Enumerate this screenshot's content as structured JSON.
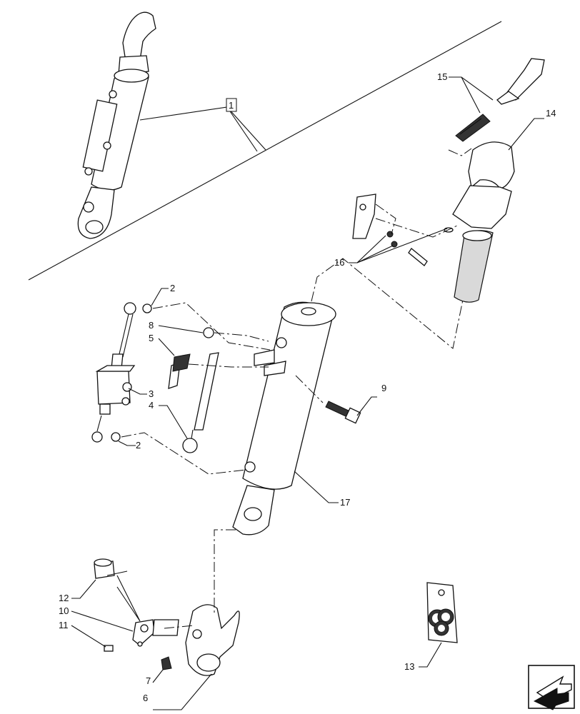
{
  "callouts": {
    "c1": "1",
    "c2a": "2",
    "c2b": "2",
    "c3": "3",
    "c4": "4",
    "c5": "5",
    "c6": "6",
    "c7": "7",
    "c8": "8",
    "c9": "9",
    "c10": "10",
    "c11": "11",
    "c12": "12",
    "c13": "13",
    "c14": "14",
    "c15": "15",
    "c16": "16",
    "c17": "17"
  },
  "icons": {
    "nav": "arrow-icon"
  }
}
